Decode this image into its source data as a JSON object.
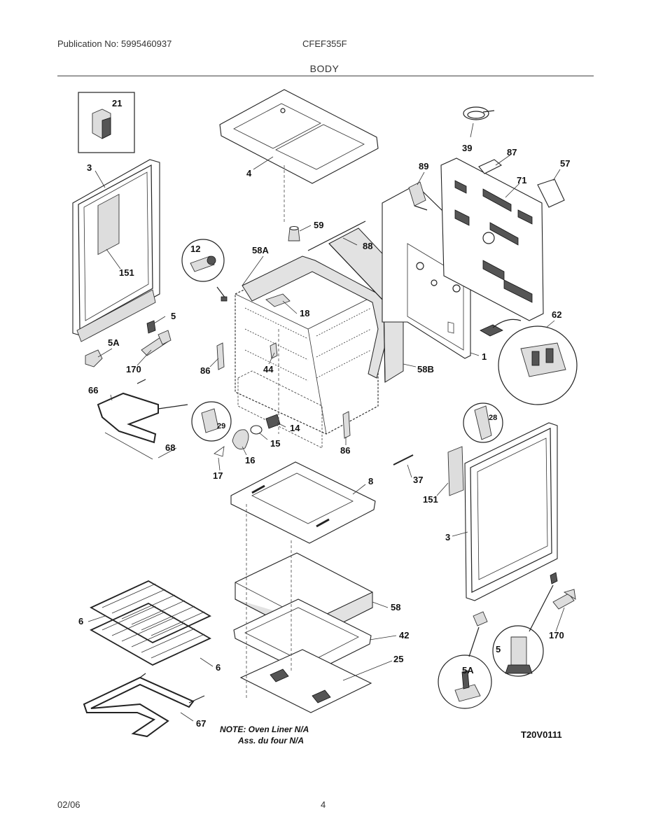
{
  "header": {
    "publication": "Publication No: 5995460937",
    "model": "CFEF355F",
    "section": "BODY"
  },
  "footer": {
    "date": "02/06",
    "page": "4"
  },
  "diagram": {
    "note_line1": "NOTE: Oven Liner N/A",
    "note_line2": "Ass. du four N/A",
    "code": "T20V0111",
    "callouts": {
      "c21": "21",
      "c3a": "3",
      "c151a": "151",
      "c5a": "5",
      "c5Aa": "5A",
      "c170a": "170",
      "c4": "4",
      "c59": "59",
      "c12": "12",
      "c58A": "58A",
      "c18": "18",
      "c88": "88",
      "c86a": "86",
      "c44": "44",
      "c58B": "58B",
      "c1": "1",
      "c39": "39",
      "c89": "89",
      "c87": "87",
      "c57": "57",
      "c71": "71",
      "c62": "62",
      "c66": "66",
      "c68": "68",
      "c29": "29",
      "c14": "14",
      "c15": "15",
      "c16": "16",
      "c17": "17",
      "c86b": "86",
      "c28": "28",
      "c37": "37",
      "c151b": "151",
      "c3b": "3",
      "c8": "8",
      "c58": "58",
      "c42": "42",
      "c25": "25",
      "c6a": "6",
      "c6b": "6",
      "c67": "67",
      "c5b": "5",
      "c5Ab": "5A",
      "c170b": "170"
    }
  }
}
